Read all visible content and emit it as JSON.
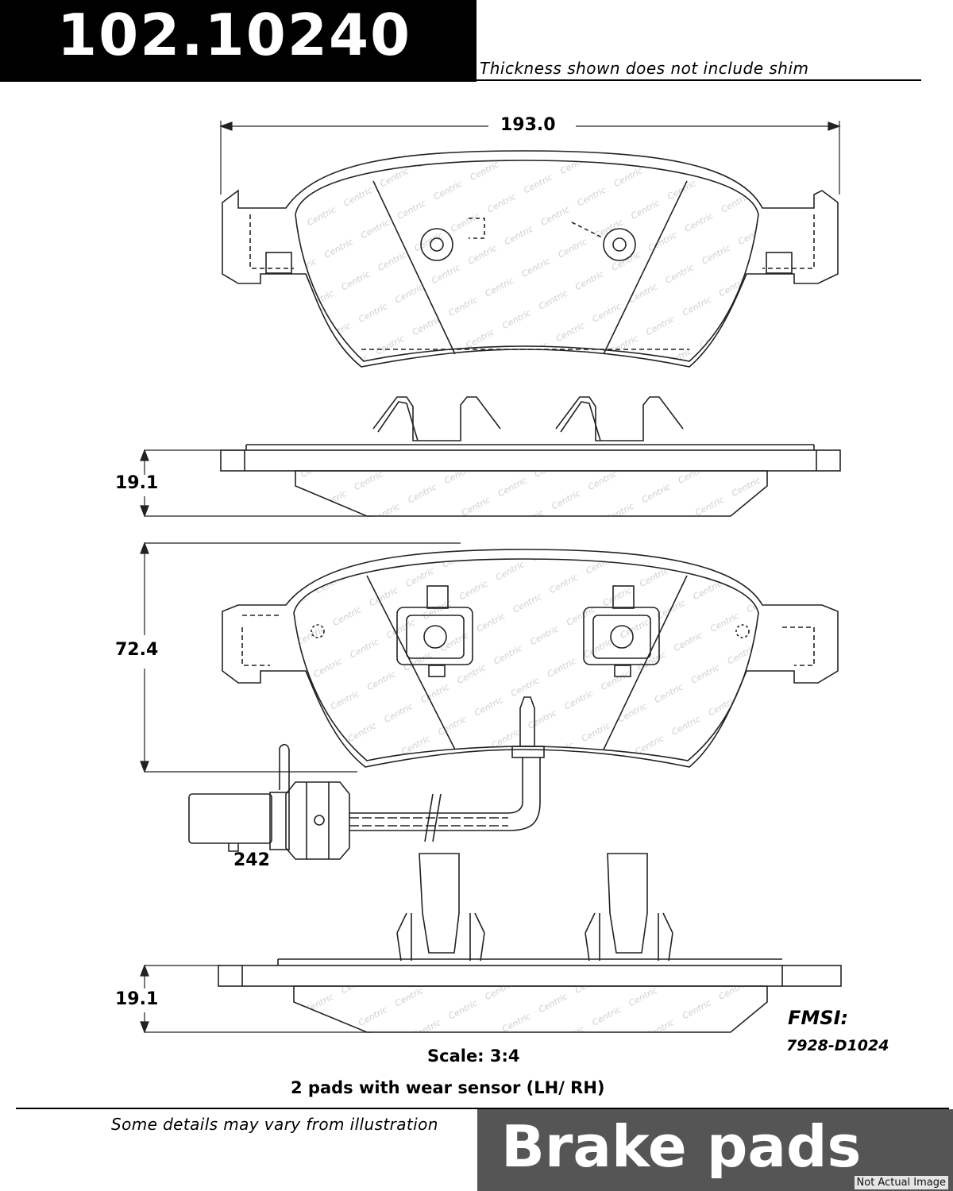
{
  "header": {
    "part_number": "102.10240",
    "thickness_note": "Thickness shown does not include shim"
  },
  "dimensions": {
    "width": "193.0",
    "thickness_top": "19.1",
    "height": "72.4",
    "sensor_length": "242",
    "thickness_bottom": "19.1"
  },
  "watermark_logo": "Centric",
  "specs": {
    "fmsi_label": "FMSI:",
    "fmsi_code": "7928-D1024",
    "scale": "Scale: 3:4",
    "description": "2 pads with wear sensor (LH/ RH)"
  },
  "footer": {
    "note": "Some details may vary from illustration",
    "category": "Brake pads",
    "disclaimer": "Not Actual Image"
  },
  "colors": {
    "header_bg": "#000000",
    "category_bg": "#555555",
    "line": "#222222"
  }
}
